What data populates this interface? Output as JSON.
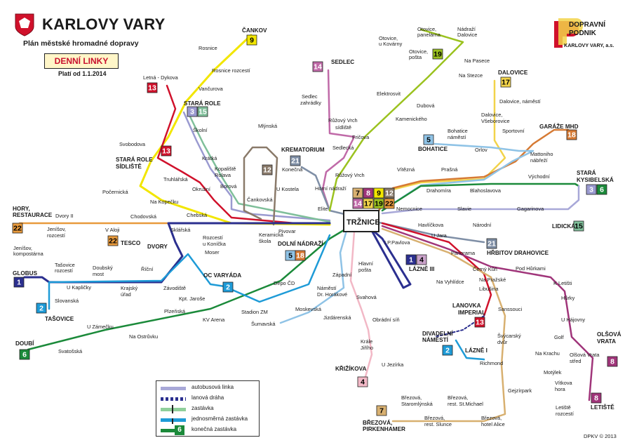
{
  "header": {
    "city": "KARLOVY VARY",
    "subtitle": "Plán městské hromadné dopravy",
    "day_lines": "DENNÍ LINKY",
    "valid_from": "Platí od 1.1.2014"
  },
  "operator": {
    "name_line1": "DOPRAVNÍ",
    "name_line2": "PODNIK",
    "city": "KARLOVY VARY, a.s."
  },
  "footer": {
    "copyright": "DPKV © 2013"
  },
  "colors": {
    "line_1": "#2b2f8f",
    "line_2": "#1e9bd7",
    "line_3": "#9a9ad0",
    "line_4": "#c9a2c9",
    "line_5": "#8fc3e6",
    "line_6": "#1b8a3a",
    "line_7": "#d8b070",
    "line_8": "#a0357a",
    "line_9": "#f2e600",
    "line_12": "#8a7a6a",
    "line_13": "#d0112b",
    "line_14": "#c06aa8",
    "line_15": "#7fbf9a",
    "line_17": "#f2d34a",
    "line_18": "#d67a34",
    "line_19": "#9bc21f",
    "line_21": "#7f8fa6",
    "line_22": "#e89a3c",
    "hub": "#e0001a"
  },
  "hub": {
    "name": "TRŽNICE"
  },
  "lines": [
    {
      "id": "1",
      "name": "GLOBUS",
      "color": "#2b2f8f"
    },
    {
      "id": "2",
      "name": "TAŠOVICE",
      "color": "#1e9bd7"
    },
    {
      "id": "3",
      "name": "STARÁ ROLE",
      "color": "#9a9ad0"
    },
    {
      "id": "4",
      "name": "LÁZNĚ III",
      "color": "#c9a2c9"
    },
    {
      "id": "5",
      "name": "BOHATICE",
      "color": "#8fc3e6"
    },
    {
      "id": "6",
      "name": "DOUBÍ",
      "color": "#1b8a3a"
    },
    {
      "id": "7",
      "name": "BŘEZOVÁ, PIRKENHAMER",
      "color": "#d8b070"
    },
    {
      "id": "8",
      "name": "LETIŠTĚ",
      "color": "#a0357a"
    },
    {
      "id": "9",
      "name": "ČANKOV",
      "color": "#f2e600"
    },
    {
      "id": "12",
      "name": "MLÝNSKÁ",
      "color": "#8a7a6a"
    },
    {
      "id": "13",
      "name": "LETNÁ - DYKOVA",
      "color": "#d0112b"
    },
    {
      "id": "14",
      "name": "SEDLEC",
      "color": "#c06aa8"
    },
    {
      "id": "15",
      "name": "LIDICKÁ",
      "color": "#7fbf9a"
    },
    {
      "id": "17",
      "name": "DALOVICE",
      "color": "#f2d34a"
    },
    {
      "id": "18",
      "name": "GARÁŽE MHD",
      "color": "#d67a34"
    },
    {
      "id": "19",
      "name": "NÁDRAŽÍ DALOVICE",
      "color": "#9bc21f"
    },
    {
      "id": "21",
      "name": "KREMATORIUM",
      "color": "#7f8fa6"
    },
    {
      "id": "22",
      "name": "HORY, RESTAURACE",
      "color": "#e89a3c"
    }
  ],
  "badges": [
    {
      "text": "9",
      "fill": "#f2e600",
      "fg": "#000"
    },
    {
      "text": "13",
      "fill": "#d0112b",
      "fg": "#fff"
    },
    {
      "text": "3",
      "fill": "#9a9ad0",
      "fg": "#fff"
    },
    {
      "text": "15",
      "fill": "#7fbf9a",
      "fg": "#fff"
    },
    {
      "text": "13",
      "fill": "#d0112b",
      "fg": "#fff"
    },
    {
      "text": "14",
      "fill": "#c06aa8",
      "fg": "#fff"
    },
    {
      "text": "19",
      "fill": "#9bc21f",
      "fg": "#000"
    },
    {
      "text": "17",
      "fill": "#f2d34a",
      "fg": "#000"
    },
    {
      "text": "18",
      "fill": "#d67a34",
      "fg": "#fff"
    },
    {
      "text": "5",
      "fill": "#8fc3e6",
      "fg": "#000"
    },
    {
      "text": "21",
      "fill": "#7f8fa6",
      "fg": "#fff"
    },
    {
      "text": "12",
      "fill": "#8a7a6a",
      "fg": "#fff"
    },
    {
      "text": "3",
      "fill": "#9a9ad0",
      "fg": "#fff"
    },
    {
      "text": "6",
      "fill": "#1b8a3a",
      "fg": "#fff"
    },
    {
      "text": "15",
      "fill": "#7fbf9a",
      "fg": "#000"
    },
    {
      "text": "22",
      "fill": "#e89a3c",
      "fg": "#000"
    },
    {
      "text": "22",
      "fill": "#e89a3c",
      "fg": "#000"
    },
    {
      "text": "1",
      "fill": "#2b2f8f",
      "fg": "#fff"
    },
    {
      "text": "2",
      "fill": "#1e9bd7",
      "fg": "#fff"
    },
    {
      "text": "2",
      "fill": "#1e9bd7",
      "fg": "#fff"
    },
    {
      "text": "6",
      "fill": "#1b8a3a",
      "fg": "#fff"
    },
    {
      "text": "5",
      "fill": "#8fc3e6",
      "fg": "#000"
    },
    {
      "text": "18",
      "fill": "#d67a34",
      "fg": "#fff"
    },
    {
      "text": "21",
      "fill": "#7f8fa6",
      "fg": "#fff"
    },
    {
      "text": "1",
      "fill": "#2b2f8f",
      "fg": "#fff"
    },
    {
      "text": "4",
      "fill": "#c9a2c9",
      "fg": "#000"
    },
    {
      "text": "13",
      "fill": "#d0112b",
      "fg": "#fff"
    },
    {
      "text": "2",
      "fill": "#1e9bd7",
      "fg": "#fff"
    },
    {
      "text": "4",
      "fill": "#f2b8c6",
      "fg": "#000"
    },
    {
      "text": "7",
      "fill": "#d8b070",
      "fg": "#000"
    },
    {
      "text": "8",
      "fill": "#a0357a",
      "fg": "#fff"
    },
    {
      "text": "8",
      "fill": "#a0357a",
      "fg": "#fff"
    },
    {
      "text": "7",
      "fill": "#d8b070",
      "fg": "#000"
    },
    {
      "text": "8",
      "fill": "#a0357a",
      "fg": "#fff"
    },
    {
      "text": "9",
      "fill": "#f2e600",
      "fg": "#000"
    },
    {
      "text": "12",
      "fill": "#8a7a6a",
      "fg": "#fff"
    },
    {
      "text": "14",
      "fill": "#c06aa8",
      "fg": "#fff"
    },
    {
      "text": "17",
      "fill": "#f2d34a",
      "fg": "#000"
    },
    {
      "text": "19",
      "fill": "#9bc21f",
      "fg": "#000"
    },
    {
      "text": "22",
      "fill": "#e89a3c",
      "fg": "#000"
    }
  ],
  "stops": [
    {
      "name": "ČANKOV",
      "bold": true
    },
    {
      "name": "Rosnice"
    },
    {
      "name": "Rosnice rozcestí"
    },
    {
      "name": "Letná - Dykova"
    },
    {
      "name": "Vančurova"
    },
    {
      "name": "STARÁ ROLE",
      "bold": true
    },
    {
      "name": "Školní"
    },
    {
      "name": "Svobodova"
    },
    {
      "name": "STARÁ ROLE",
      "bold": true
    },
    {
      "name": "SÍDLIŠTĚ",
      "bold": true
    },
    {
      "name": "Krátká"
    },
    {
      "name": "Truhlářská"
    },
    {
      "name": "Kopaliště"
    },
    {
      "name": "Rolava"
    },
    {
      "name": "Okružní"
    },
    {
      "name": "Borová"
    },
    {
      "name": "Počernická"
    },
    {
      "name": "Na Kopečku"
    },
    {
      "name": "Mlýnská"
    },
    {
      "name": "Konečná"
    },
    {
      "name": "Čankovská"
    },
    {
      "name": "U Kostela"
    },
    {
      "name": "KREMATORIUM",
      "bold": true
    },
    {
      "name": "SEDLEC",
      "bold": true
    },
    {
      "name": "Sedlec"
    },
    {
      "name": "zahrádky"
    },
    {
      "name": "Růžový Vrch"
    },
    {
      "name": "sídliště"
    },
    {
      "name": "Sedlecká"
    },
    {
      "name": "Fričova"
    },
    {
      "name": "Růžový Vrch"
    },
    {
      "name": "Horní nádraží"
    },
    {
      "name": "Elektrosvit"
    },
    {
      "name": "Kamenického"
    },
    {
      "name": "Dubová"
    },
    {
      "name": "Otovice,"
    },
    {
      "name": "u Kovárny"
    },
    {
      "name": "Otovice,"
    },
    {
      "name": "panelárna"
    },
    {
      "name": "Nádraží"
    },
    {
      "name": "Dalovice"
    },
    {
      "name": "Otovice,"
    },
    {
      "name": "pošta"
    },
    {
      "name": "Na Pasece"
    },
    {
      "name": "Na Stezce"
    },
    {
      "name": "DALOVICE",
      "bold": true
    },
    {
      "name": "Dalovice, náměstí"
    },
    {
      "name": "Dalovice,"
    },
    {
      "name": "Všeborovice"
    },
    {
      "name": "Bohatice"
    },
    {
      "name": "náměstí"
    },
    {
      "name": "BOHATICE",
      "bold": true
    },
    {
      "name": "Orlov"
    },
    {
      "name": "Sportovní"
    },
    {
      "name": "GARÁŽE MHD",
      "bold": true
    },
    {
      "name": "Mattoniho"
    },
    {
      "name": "nábřeží"
    },
    {
      "name": "Vítězná"
    },
    {
      "name": "Prašná"
    },
    {
      "name": "Drahomíra"
    },
    {
      "name": "Blahoslavova"
    },
    {
      "name": "Východní"
    },
    {
      "name": "STARÁ",
      "bold": true
    },
    {
      "name": "KYSIBELSKÁ",
      "bold": true
    },
    {
      "name": "Nemocnice"
    },
    {
      "name": "Slavie"
    },
    {
      "name": "Gagarinova"
    },
    {
      "name": "Národní"
    },
    {
      "name": "LIDICKÁ",
      "bold": true
    },
    {
      "name": "Elite"
    },
    {
      "name": "HORY,",
      "bold": true
    },
    {
      "name": "RESTAURACE",
      "bold": true
    },
    {
      "name": "Dvory II"
    },
    {
      "name": "Jeníšov,"
    },
    {
      "name": "rozcestí"
    },
    {
      "name": "Chodovská"
    },
    {
      "name": "V Aloji"
    },
    {
      "name": "TESCO",
      "bold": true
    },
    {
      "name": "Chebská"
    },
    {
      "name": "Sklářská"
    },
    {
      "name": "Rozcestí"
    },
    {
      "name": "u Koníčka"
    },
    {
      "name": "Keramická"
    },
    {
      "name": "škola"
    },
    {
      "name": "Pivovar"
    },
    {
      "name": "DVORY",
      "bold": true
    },
    {
      "name": "Moser"
    },
    {
      "name": "Jeníšov,"
    },
    {
      "name": "kompostárna"
    },
    {
      "name": "GLOBUS",
      "bold": true
    },
    {
      "name": "Tašovice"
    },
    {
      "name": "rozcestí"
    },
    {
      "name": "Doubský"
    },
    {
      "name": "most"
    },
    {
      "name": "Říční"
    },
    {
      "name": "OC VARYÁDA",
      "bold": true
    },
    {
      "name": "U Kapličky"
    },
    {
      "name": "Krajský"
    },
    {
      "name": "úřad"
    },
    {
      "name": "Závodiště"
    },
    {
      "name": "Slovanská"
    },
    {
      "name": "Kpt. Jaroše"
    },
    {
      "name": "TAŠOVICE",
      "bold": true
    },
    {
      "name": "Plzeňská"
    },
    {
      "name": "KV Arena"
    },
    {
      "name": "U Zámečku"
    },
    {
      "name": "Na Ostrůvku"
    },
    {
      "name": "DOUBÍ",
      "bold": true
    },
    {
      "name": "Svatošská"
    },
    {
      "name": "Depo ČD"
    },
    {
      "name": "Stadion ZM"
    },
    {
      "name": "Šumavská"
    },
    {
      "name": "Moskevská"
    },
    {
      "name": "Náměstí"
    },
    {
      "name": "Dr. Horákové"
    },
    {
      "name": "Jizdárenská"
    },
    {
      "name": "DOLNÍ NÁDRAŽÍ",
      "bold": true
    },
    {
      "name": "Západní"
    },
    {
      "name": "Hlavní"
    },
    {
      "name": "pošta"
    },
    {
      "name": "Svahová"
    },
    {
      "name": "Obrádní síň"
    },
    {
      "name": "Krále"
    },
    {
      "name": "Jiřího"
    },
    {
      "name": "U Jezírka"
    },
    {
      "name": "KŘIŽÍKOVA",
      "bold": true
    },
    {
      "name": "I.P.Pavlova"
    },
    {
      "name": "LÁZNĚ III",
      "bold": true
    },
    {
      "name": "Havlíčkova"
    },
    {
      "name": "U Jara"
    },
    {
      "name": "HŘBITOV DRAHOVICE",
      "bold": true
    },
    {
      "name": "Panorama"
    },
    {
      "name": "Černý Kůň"
    },
    {
      "name": "Pod Hůrkami"
    },
    {
      "name": "Na Vyhlídce"
    },
    {
      "name": "Na Pražské"
    },
    {
      "name": "Libušina"
    },
    {
      "name": "K Letišti"
    },
    {
      "name": "LANOVKA",
      "bold": true
    },
    {
      "name": "IMPERIAL",
      "bold": true
    },
    {
      "name": "Sanssouci"
    },
    {
      "name": "Hůrky"
    },
    {
      "name": "U Hájovny"
    },
    {
      "name": "DIVADELNÍ",
      "bold": true
    },
    {
      "name": "NÁMĚSTÍ",
      "bold": true
    },
    {
      "name": "Švýcarský"
    },
    {
      "name": "dvůr"
    },
    {
      "name": "Golf"
    },
    {
      "name": "OLŠOVÁ",
      "bold": true
    },
    {
      "name": "VRATA",
      "bold": true
    },
    {
      "name": "LÁZNĚ I",
      "bold": true
    },
    {
      "name": "Richmond"
    },
    {
      "name": "Na Krachu"
    },
    {
      "name": "Olšová Vrata"
    },
    {
      "name": "střed"
    },
    {
      "name": "Motýlek"
    },
    {
      "name": "Vítkova"
    },
    {
      "name": "hora"
    },
    {
      "name": "Gejzírpark"
    },
    {
      "name": "LETIŠTĚ",
      "bold": true
    },
    {
      "name": "Letiště"
    },
    {
      "name": "rozcestí"
    },
    {
      "name": "Březová,"
    },
    {
      "name": "Staromlýnská"
    },
    {
      "name": "Březová,"
    },
    {
      "name": "rest. St.Michael"
    },
    {
      "name": "BŘEZOVÁ,",
      "bold": true
    },
    {
      "name": "PIRKENHAMER",
      "bold": true
    },
    {
      "name": "Březová,"
    },
    {
      "name": "rest. Slunce"
    },
    {
      "name": "Březová,"
    },
    {
      "name": "hotel Alice"
    }
  ],
  "legend": {
    "items": [
      {
        "label": "autobusová linka",
        "color": "#a8a8d8",
        "style": "solid"
      },
      {
        "label": "lanová dráha",
        "color": "#2b2f8f",
        "style": "dashed"
      },
      {
        "label": "zastávka",
        "color": "#8fcf9a",
        "style": "stop"
      },
      {
        "label": "jednosměrná zastávka",
        "color": "#1e9bd7",
        "style": "oneway"
      },
      {
        "label": "konečná zastávka",
        "color": "#1b8a3a",
        "style": "terminal",
        "badge": "6"
      }
    ]
  }
}
